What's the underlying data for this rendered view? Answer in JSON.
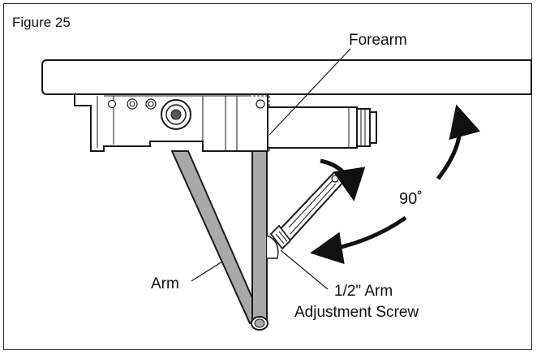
{
  "figure": {
    "title": "Figure 25"
  },
  "labels": {
    "forearm": "Forearm",
    "angle": "90˚",
    "arm": "Arm",
    "screw_line1": "1/2\" Arm",
    "screw_line2": "Adjustment Screw"
  },
  "colors": {
    "line": "#1a1a1a",
    "rod_fill": "#a9a9a9",
    "body_fill": "#ffffff",
    "arrow": "#111111"
  }
}
